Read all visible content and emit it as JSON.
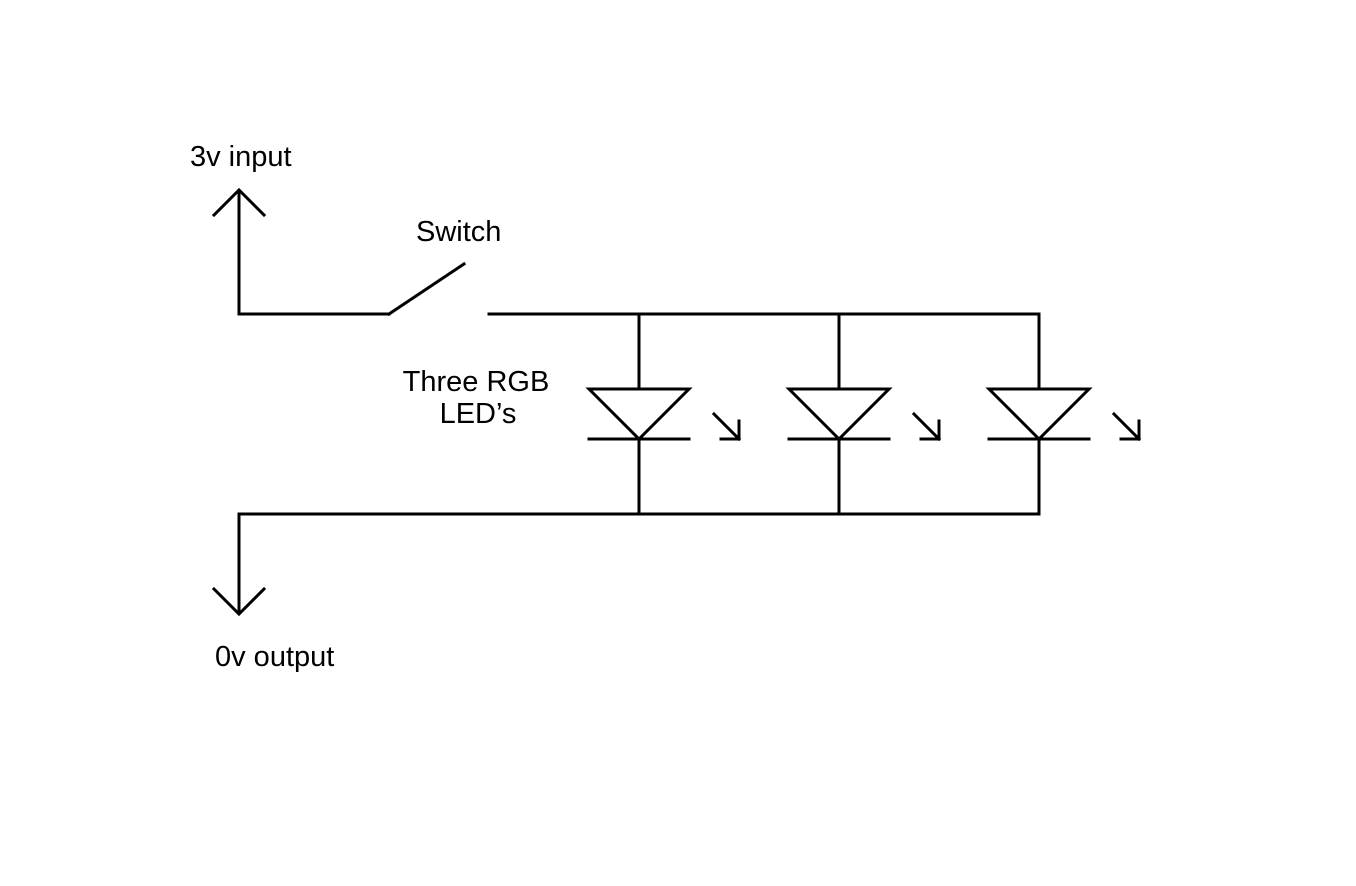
{
  "labels": {
    "input": "3v input",
    "switch": "Switch",
    "leds_line1": "Three RGB",
    "leds_line2": "LED’s",
    "output": "0v output"
  },
  "components": {
    "leds": [
      {
        "name": "led-1"
      },
      {
        "name": "led-2"
      },
      {
        "name": "led-3"
      }
    ]
  },
  "colors": {
    "stroke": "#000000",
    "background": "#ffffff"
  }
}
